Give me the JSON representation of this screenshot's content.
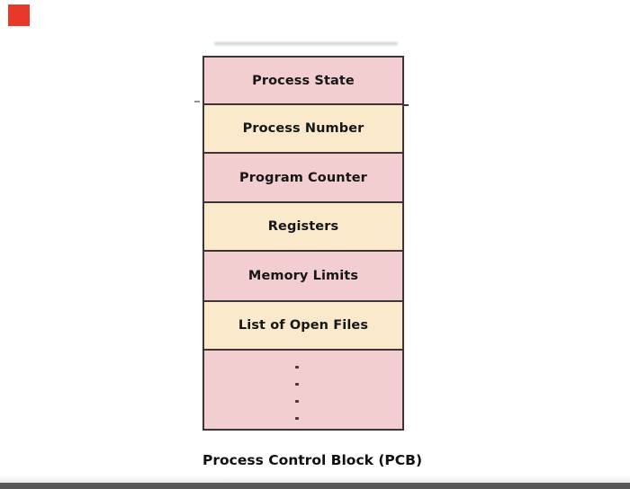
{
  "page": {
    "background": "#ffffff"
  },
  "decorations": {
    "red_square": {
      "color": "#e8382a"
    },
    "bottom_bar": {
      "color": "#585858"
    }
  },
  "diagram": {
    "border_color": "#3f3435",
    "rows": [
      {
        "label": "Process State",
        "fill": "#f3ced1"
      },
      {
        "label": "Process Number",
        "fill": "#fbe9cb"
      },
      {
        "label": "Program Counter",
        "fill": "#f3ced1"
      },
      {
        "label": "Registers",
        "fill": "#fbe9cb"
      },
      {
        "label": "Memory Limits",
        "fill": "#f3ced1"
      },
      {
        "label": "List of Open Files",
        "fill": "#fbe9cb"
      }
    ],
    "ellipsis": {
      "fill": "#f3ced1",
      "dot_count": 4
    }
  },
  "caption": {
    "text": "Process Control Block (PCB)"
  }
}
